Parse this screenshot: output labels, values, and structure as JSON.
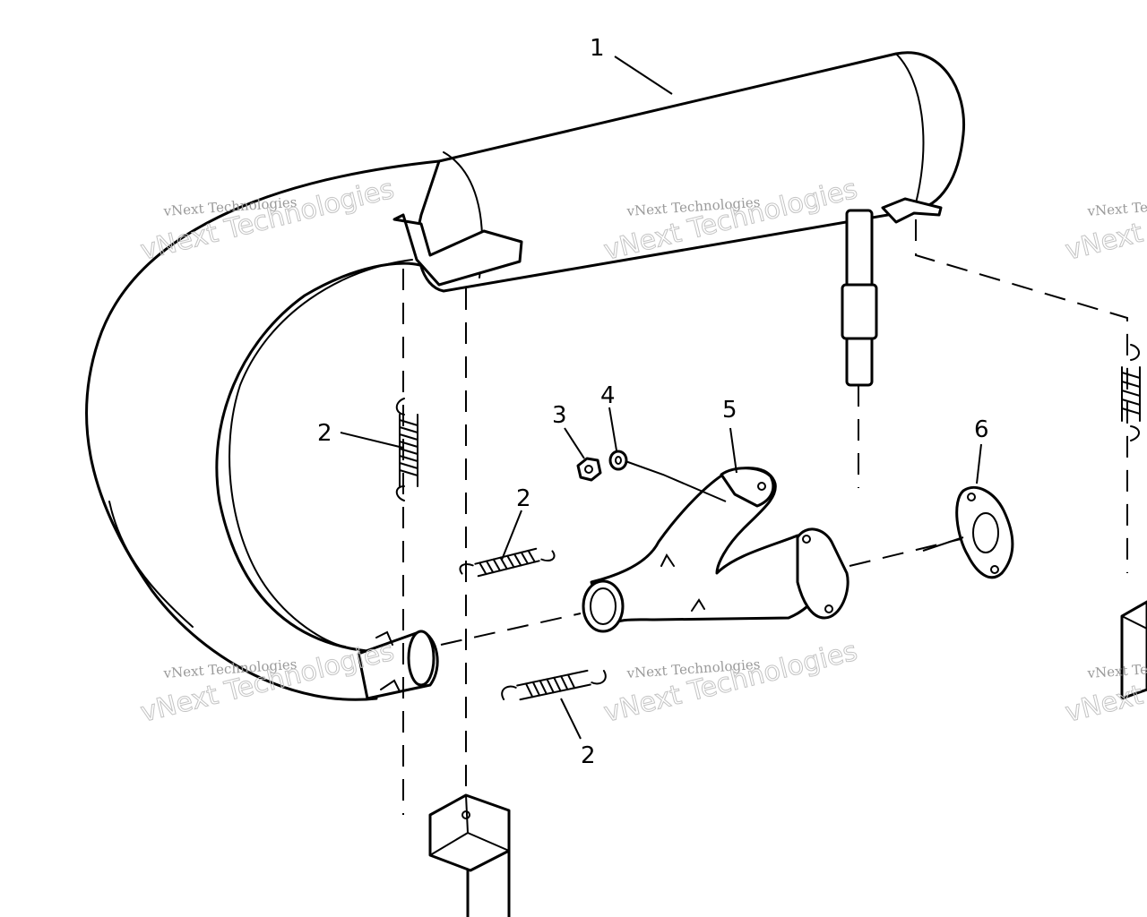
{
  "callouts": {
    "muffler": "1",
    "spring_left": "2",
    "spring_middle": "2",
    "spring_bottom": "2",
    "nut": "3",
    "washer": "4",
    "y_pipe": "5",
    "gasket": "6"
  },
  "watermark": {
    "small": "vNext Technologies",
    "small_cut": "vNext Te",
    "big": "vNext Technologies",
    "big_cut": "vNext Techn"
  },
  "colors": {
    "line": "#000000",
    "watermark": "#c4c4c4",
    "background": "#ffffff"
  }
}
